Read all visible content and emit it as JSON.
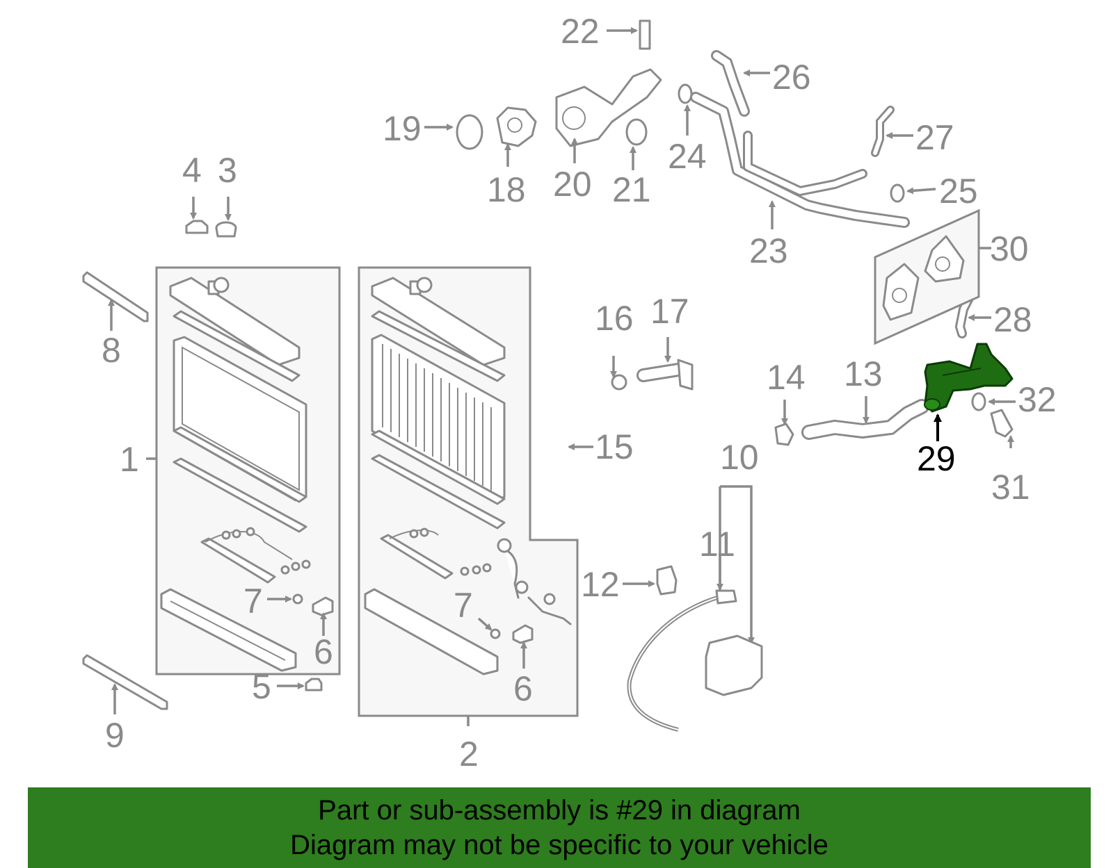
{
  "callouts": [
    "1",
    "2",
    "3",
    "4",
    "5",
    "6",
    "6",
    "7",
    "7",
    "8",
    "9",
    "10",
    "11",
    "12",
    "13",
    "14",
    "15",
    "16",
    "17",
    "18",
    "19",
    "20",
    "21",
    "22",
    "23",
    "24",
    "25",
    "26",
    "27",
    "28",
    "29",
    "30",
    "31",
    "32"
  ],
  "highlighted_part": "29",
  "colors": {
    "line": "#8a8a8a",
    "highlight_part": "#1f6d12",
    "banner_bg": "#2e7d1e"
  },
  "banner": {
    "line1": "Part or sub-assembly is #29 in diagram",
    "line2": "Diagram may not be specific to your vehicle"
  }
}
